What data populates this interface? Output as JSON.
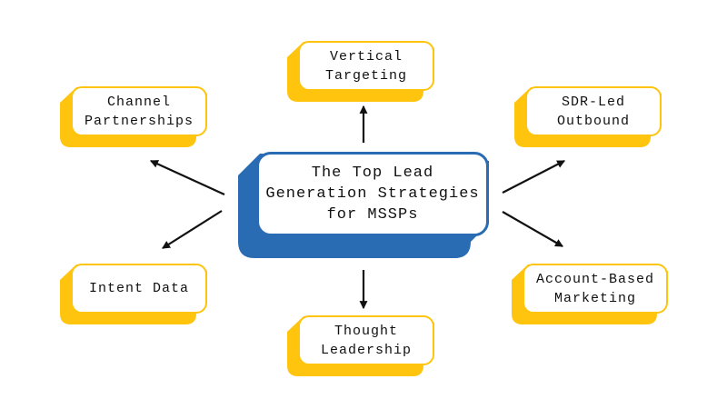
{
  "diagram": {
    "center": {
      "id": "center-topic",
      "label": "The Top Lead\nGeneration Strategies\nfor MSSPs"
    },
    "nodes": [
      {
        "id": "vertical-targeting",
        "label": "Vertical\nTargeting"
      },
      {
        "id": "channel-partnerships",
        "label": "Channel\nPartnerships"
      },
      {
        "id": "sdr-led-outbound",
        "label": "SDR-Led\nOutbound"
      },
      {
        "id": "intent-data",
        "label": "Intent Data"
      },
      {
        "id": "account-based-marketing",
        "label": "Account-Based\nMarketing"
      },
      {
        "id": "thought-leadership",
        "label": "Thought\nLeadership"
      }
    ],
    "colors": {
      "blue": "#2a6cb3",
      "yellow": "#ffc40e",
      "text": "#111111",
      "arrow": "#111111",
      "background": "#ffffff"
    }
  }
}
